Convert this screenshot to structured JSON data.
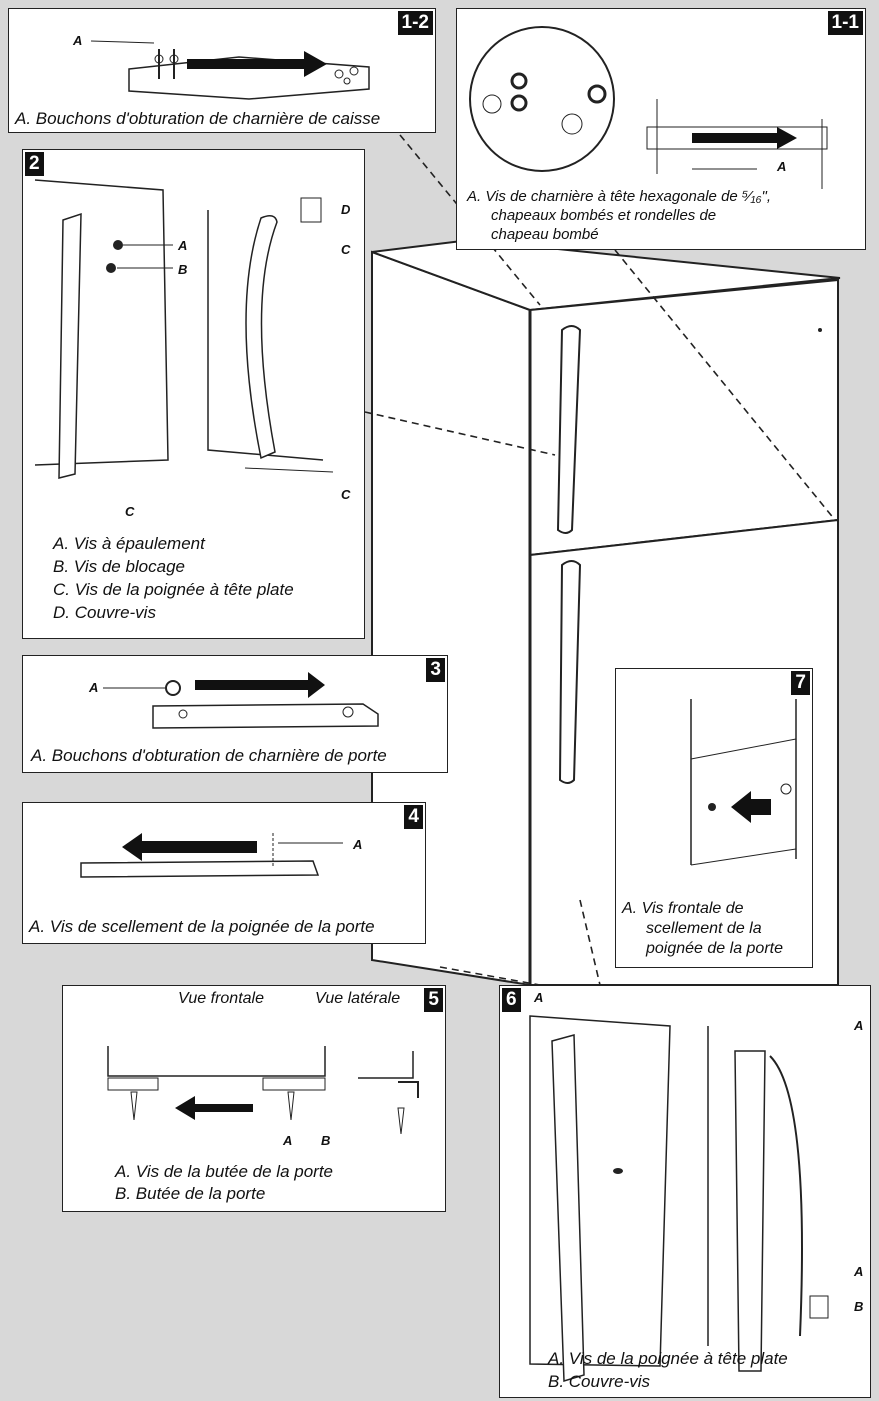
{
  "panel_1_2": {
    "badge": "1-2",
    "label_a": "A",
    "caption": "A. Bouchons d'obturation de charnière de caisse"
  },
  "panel_1_1": {
    "badge": "1-1",
    "label_a": "A",
    "caption_line1": "A. Vis de charnière à tête hexagonale de ⁵⁄₁₆\",",
    "caption_line2": "chapeaux bombés et rondelles de",
    "caption_line3": "chapeau bombé"
  },
  "panel_2": {
    "badge": "2",
    "label_a": "A",
    "label_b": "B",
    "label_c1": "C",
    "label_c2": "C",
    "label_c3": "C",
    "label_d": "D",
    "legend": [
      "A. Vis à épaulement",
      "B. Vis de blocage",
      "C. Vis de la poignée à tête plate",
      "D. Couvre-vis"
    ]
  },
  "panel_3": {
    "badge": "3",
    "label_a": "A",
    "caption": "A. Bouchons d'obturation de charnière de porte"
  },
  "panel_4": {
    "badge": "4",
    "label_a": "A",
    "caption": "A. Vis de scellement de la poignée de la porte"
  },
  "panel_5": {
    "badge": "5",
    "header_front": "Vue frontale",
    "header_side": "Vue latérale",
    "label_a": "A",
    "label_b": "B",
    "legend": [
      "A. Vis de la butée de la porte",
      "B. Butée de la porte"
    ]
  },
  "panel_6": {
    "badge": "6",
    "label_a1": "A",
    "label_a2": "A",
    "label_a3": "A",
    "label_b": "B",
    "legend": [
      "A. Vis de la poignée à tête plate",
      "B. Couvre-vis"
    ]
  },
  "panel_7": {
    "badge": "7",
    "caption_line1": "A. Vis frontale de",
    "caption_line2": "scellement de la",
    "caption_line3": "poignée de la porte"
  }
}
